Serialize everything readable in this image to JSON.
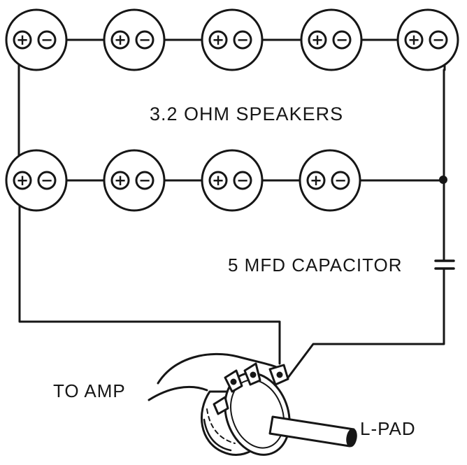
{
  "labels": {
    "speakers": "3.2 OHM SPEAKERS",
    "capacitor": "5 MFD CAPACITOR",
    "amp": "TO AMP",
    "lpad": "L-PAD"
  },
  "terminals": {
    "positive": "+",
    "negative": "−"
  },
  "rows": [
    {
      "speaker_count": 5
    },
    {
      "speaker_count": 4
    }
  ],
  "colors": {
    "ink": "#161616",
    "paper": "#ffffff"
  }
}
